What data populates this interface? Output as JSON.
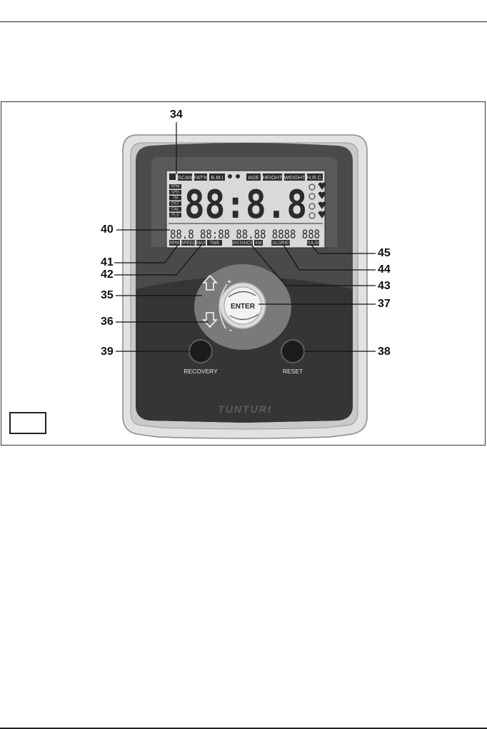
{
  "display": {
    "top_labels": [
      "SCAN",
      "FAT%",
      "B.M.I",
      "AGE",
      "HEIGHT",
      "WEIGHT",
      "H.R.C."
    ],
    "side_labels": [
      "RPM",
      "SPD",
      "TM",
      "DST",
      "CAL",
      "PLS"
    ],
    "main_digits": "88:8.8",
    "row_digits": "88.8 88:88 88.88 8888 888",
    "bottom_labels": [
      "RPM",
      "SPEED",
      "MAX",
      "TIME",
      "DISTANCE",
      "KM",
      "CALORIES",
      "PULSE"
    ]
  },
  "controls": {
    "enter_label": "ENTER",
    "plus": "+",
    "minus": "-",
    "recovery_label": "RECOVERY",
    "reset_label": "RESET"
  },
  "brand": "TUNTURI",
  "callouts": {
    "c34": "34",
    "c40": "40",
    "c41": "41",
    "c42": "42",
    "c35": "35",
    "c36": "36",
    "c39": "39",
    "c45": "45",
    "c44": "44",
    "c43": "43",
    "c37": "37",
    "c38": "38"
  },
  "colors": {
    "panel_dark": "#4a4a4a",
    "panel_lower": "#353535",
    "frame_light": "#d4d4d4",
    "lcd_background": "#d9d9d9",
    "lcd_ink": "#2b2b2b"
  }
}
